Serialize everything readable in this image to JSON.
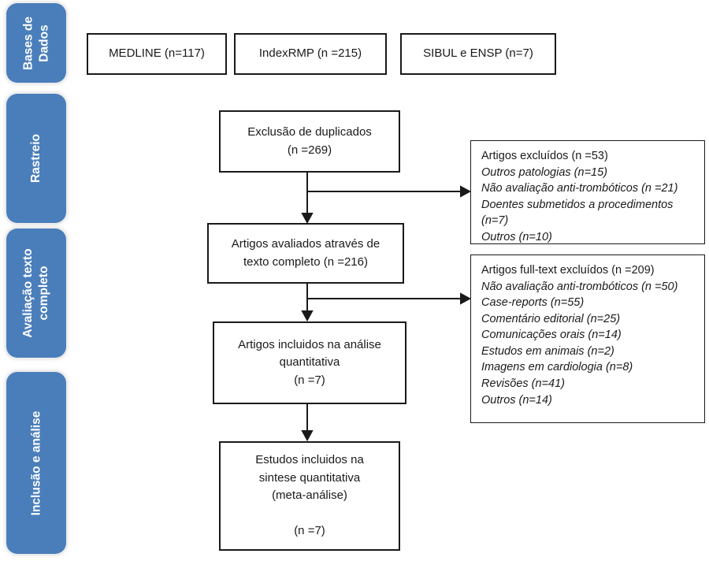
{
  "colors": {
    "stage_fill": "#4a7ebb",
    "stage_text": "#ffffff",
    "box_border": "#1a1a1a",
    "canvas_bg": "#ffffff"
  },
  "sidebar": {
    "stages": [
      {
        "label": "Bases de\nDados"
      },
      {
        "label": "Rastreio"
      },
      {
        "label": "Avaliação texto\ncompleto"
      },
      {
        "label": "Inclusão e análise"
      }
    ]
  },
  "sources": [
    {
      "label": "MEDLINE (n=117)"
    },
    {
      "label": "IndexRMP (n =215)"
    },
    {
      "label": "SIBUL e ENSP (n=7)"
    }
  ],
  "flow": {
    "duplicates": "Exclusão de duplicados\n(n =269)",
    "fulltext_assessed": "Artigos avaliados através de\ntexto completo (n =216)",
    "included_analysis": "Artigos incluidos na análise\nquantitativa\n(n =7)",
    "included_synthesis": "Estudos incluidos na\nsintese quantitativa\n(meta-análise)\n\n(n =7)"
  },
  "exclusions": {
    "screening": {
      "title": "Artigos excluídos (n =53)",
      "items": [
        "Outros patologias (n=15)",
        "Não avaliação anti-trombóticos (n =21)",
        "Doentes submetidos a procedimentos (n=7)",
        "Outros (n=10)"
      ]
    },
    "fulltext": {
      "title": "Artigos full-text excluídos (n =209)",
      "items": [
        "Não avaliação anti-trombóticos (n =50)",
        "Case-reports (n=55)",
        "Comentário editorial (n=25)",
        "Comunicações orais (n=14)",
        "Estudos em animais (n=2)",
        "Imagens em cardiologia (n=8)",
        "Revisões (n=41)",
        "Outros (n=14)"
      ]
    }
  }
}
